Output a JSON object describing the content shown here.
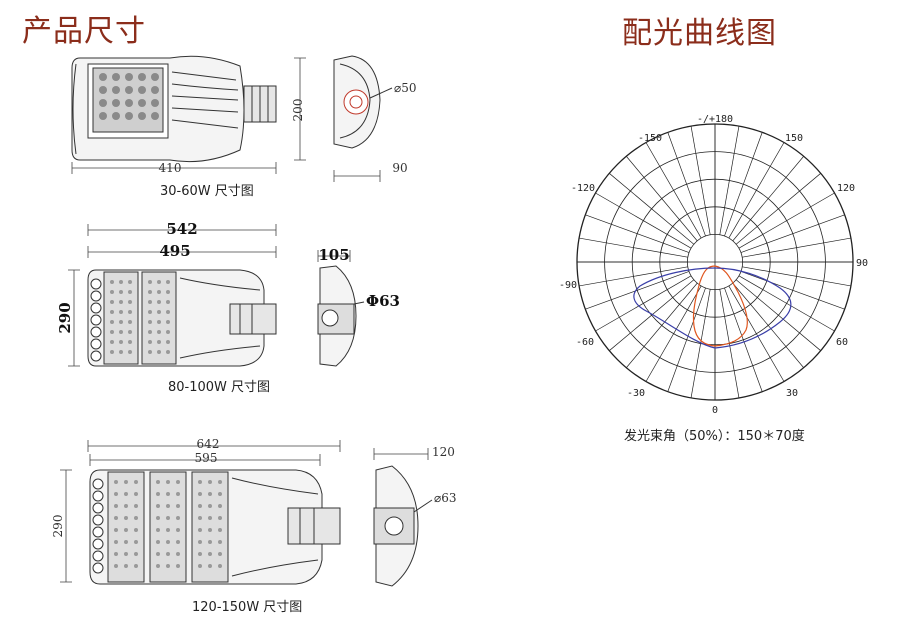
{
  "headings": {
    "product_size": "产品尺寸",
    "light_curve": "配光曲线图"
  },
  "captions": {
    "d30_60": "30-60W 尺寸图",
    "d80_100": "80-100W 尺寸图",
    "d120_150": "120-150W 尺寸图"
  },
  "dims": {
    "d1_length": "410",
    "d1_height": "200",
    "d1_dia": "⌀50",
    "d1_depth": "90",
    "d2_total": "542",
    "d2_body": "495",
    "d2_height": "290",
    "d2_depth": "105",
    "d2_dia": "Φ63",
    "d3_total": "642",
    "d3_body": "595",
    "d3_height": "290",
    "d3_depth": "120",
    "d3_dia": "⌀63"
  },
  "polar": {
    "top": "-/+180",
    "labels": [
      "-150",
      "150",
      "-120",
      "120",
      "-90",
      "90",
      "-60",
      "60",
      "-30",
      "30",
      "0"
    ],
    "caption": "发光束角（50%）：150＊70度",
    "colors": {
      "curve_c0": "#e0561f",
      "curve_c90": "#3a3fa8"
    }
  }
}
